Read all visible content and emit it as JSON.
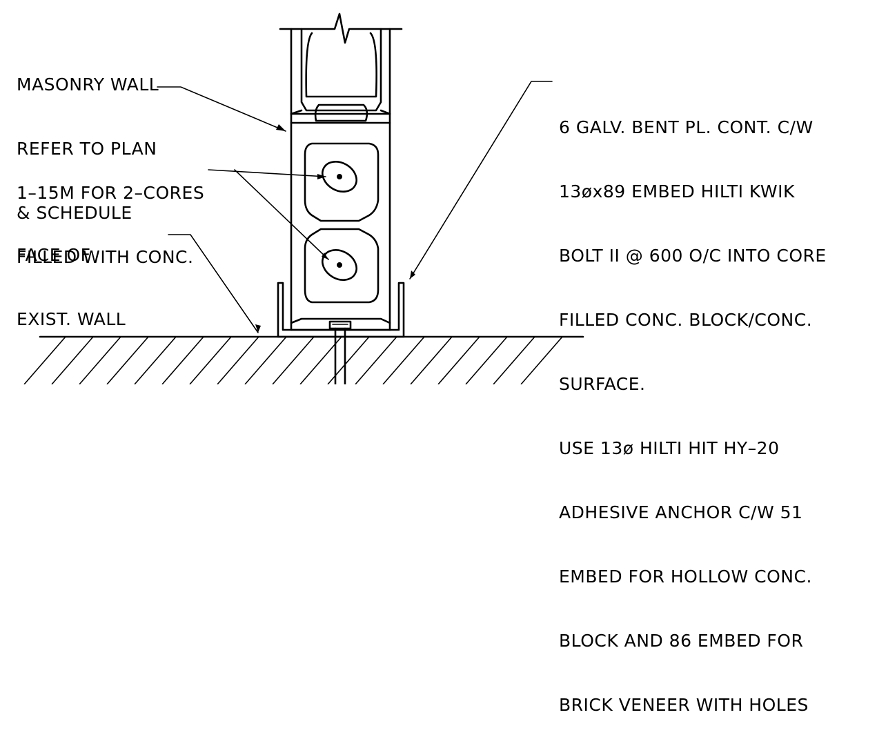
{
  "notes": {
    "wall": [
      "MASONRY WALL",
      "REFER TO PLAN",
      "& SCHEDULE"
    ],
    "rebar": [
      "1–15M FOR 2–CORES",
      "FILLED WITH CONC."
    ],
    "face": [
      "FACE OF",
      "EXIST. WALL"
    ],
    "plate": [
      "6 GALV. BENT PL. CONT. C/W",
      "13øx89 EMBED HILTI KWIK",
      "BOLT II @ 600 O/C INTO CORE",
      "FILLED CONC. BLOCK/CONC.",
      "SURFACE.",
      "USE 13ø HILTI HIT HY–20",
      "ADHESIVE ANCHOR C/W 51",
      "EMBED FOR HOLLOW CONC.",
      "BLOCK AND 86 EMBED FOR",
      "BRICK VENEER WITH HOLES"
    ]
  },
  "colors": {
    "line": "#000000",
    "background": "#ffffff"
  }
}
